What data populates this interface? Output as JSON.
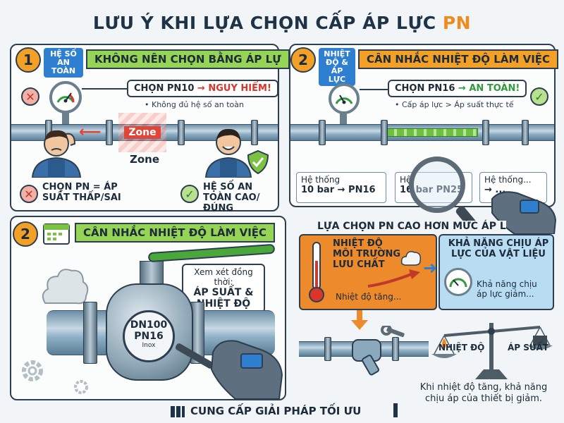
{
  "title": {
    "main": "LƯU Ý KHI LỰA CHỌN CẤP ÁP LỰC",
    "accent": "PN"
  },
  "panel1": {
    "number": "1",
    "tag": "HỆ SỐ AN TOÀN",
    "heading": "KHÔNG NÊN CHỌN BẰNG ÁP LỰ",
    "callout_prefix": "CHỌN PN10",
    "callout_arrow": "→",
    "callout_result": "NGUY HIỂM!",
    "note": "• Không đủ hệ số an toàn",
    "zone_label": "Zone",
    "zone_caption": "Zone",
    "bad_text": "CHỌN PN = ÁP SUẤT THẤP/SAI",
    "good_text": "HỆ SỐ AN TOÀN CAO/ĐÚNG"
  },
  "panel2": {
    "number": "2",
    "tag": "NHIỆT ĐỘ & ÁP LỰC",
    "heading": "CÂN NHẮC NHIỆT ĐỘ LÀM VIỆC",
    "callout_prefix": "CHỌN PN16",
    "callout_arrow": "→",
    "callout_result": "AN TOÀN!",
    "note": "• Cấp áp lực > Áp suất thực tế",
    "box1_top": "Hệ thống",
    "box1_bottom": "10 bar → PN16",
    "box2_top": "Hệ",
    "box2_bottom": "16 bar PN25",
    "box3_top": "Hệ thống...",
    "box3_bottom": "→ ...",
    "subheading": "LỰA CHỌN PN CAO HƠN MỨC ÁP L",
    "temp_title": "NHIỆT ĐỘ MÔI TRƯỜNG LƯU CHẤT",
    "temp_note": "Nhiệt độ tăng...",
    "capacity_title": "KHẢ NĂNG CHỊU ÁP LỰC CỦA VẬT LIỆU",
    "capacity_note": "Khả năng chịu áp lực giảm...",
    "scale_left": "NHIỆT ĐỘ",
    "scale_right": "ÁP SUẤT",
    "conclusion": "Khi nhiệt độ tăng, khả năng chịu áp của thiết bị giảm."
  },
  "panel3": {
    "number": "2",
    "heading": "CÂN NHẮC NHIỆT ĐỘ LÀM VIỆC",
    "consider_text": "Xem xét đồng thời:",
    "consider_bold": "ÁP SUẤT & NHIỆT ĐỘ",
    "plate_line1": "DN100",
    "plate_line2": "PN16",
    "plate_line3": "Inox"
  },
  "footer": {
    "text": "CUNG CẤP GIẢI PHÁP TỐI ƯU"
  },
  "colors": {
    "accent_orange": "#f08a1c",
    "green": "#95d454",
    "blue": "#2f7fd1",
    "danger": "#d9352a"
  }
}
